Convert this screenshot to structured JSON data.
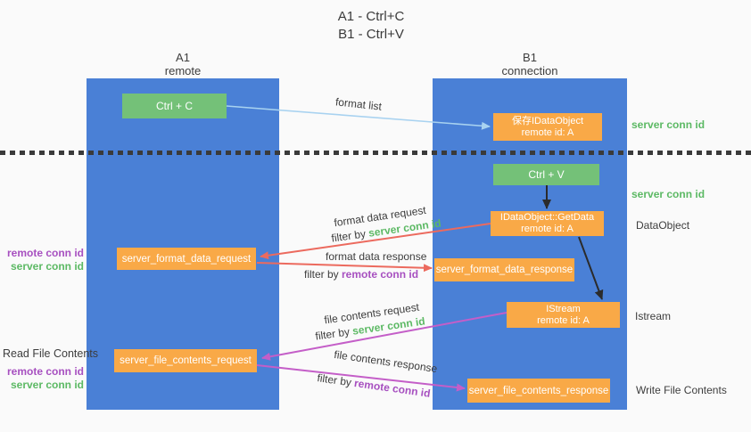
{
  "title": {
    "line1": "A1 - Ctrl+C",
    "line2": "B1 - Ctrl+V"
  },
  "lanes": {
    "left": {
      "name": "A1",
      "role": "remote"
    },
    "right": {
      "name": "B1",
      "role": "connection"
    }
  },
  "nodes": {
    "ctrl_c": "Ctrl + C",
    "ctrl_v": "Ctrl + V",
    "save_dataobject": {
      "line1": "保存IDataObject",
      "line2": "remote id: A"
    },
    "getdata": {
      "line1": "IDataObject::GetData",
      "line2": "remote id: A"
    },
    "istream": {
      "line1": "IStream",
      "line2": "remote id: A"
    },
    "server_format_data_request": "server_format_data_request",
    "server_format_data_response": "server_format_data_response",
    "server_file_contents_request": "server_file_contents_request",
    "server_file_contents_response": "server_file_contents_response"
  },
  "labels": {
    "format_list": "format list",
    "format_data_request": "format data request",
    "format_data_response": "format data response",
    "file_contents_request": "file contents request",
    "file_contents_response": "file contents response",
    "filter_by": "filter by ",
    "server_conn_id": "server conn id",
    "remote_conn_id": "remote conn id",
    "dataobject": "DataObject",
    "istream": "Istream",
    "read_file_contents": "Read File Contents",
    "write_file_contents": "Write File Contents"
  },
  "colors": {
    "lane_blue": "#4a80d6",
    "node_orange": "#f9a947",
    "node_green": "#74c178",
    "arrow_blue": "#a8d2f0",
    "arrow_red": "#ec6a5e",
    "arrow_magenta": "#c45ec8",
    "arrow_black": "#2b2b2b",
    "text_green": "#5cb964",
    "text_purple": "#a750c0",
    "text_dark": "#3d3d3d",
    "background": "#fafafa"
  }
}
